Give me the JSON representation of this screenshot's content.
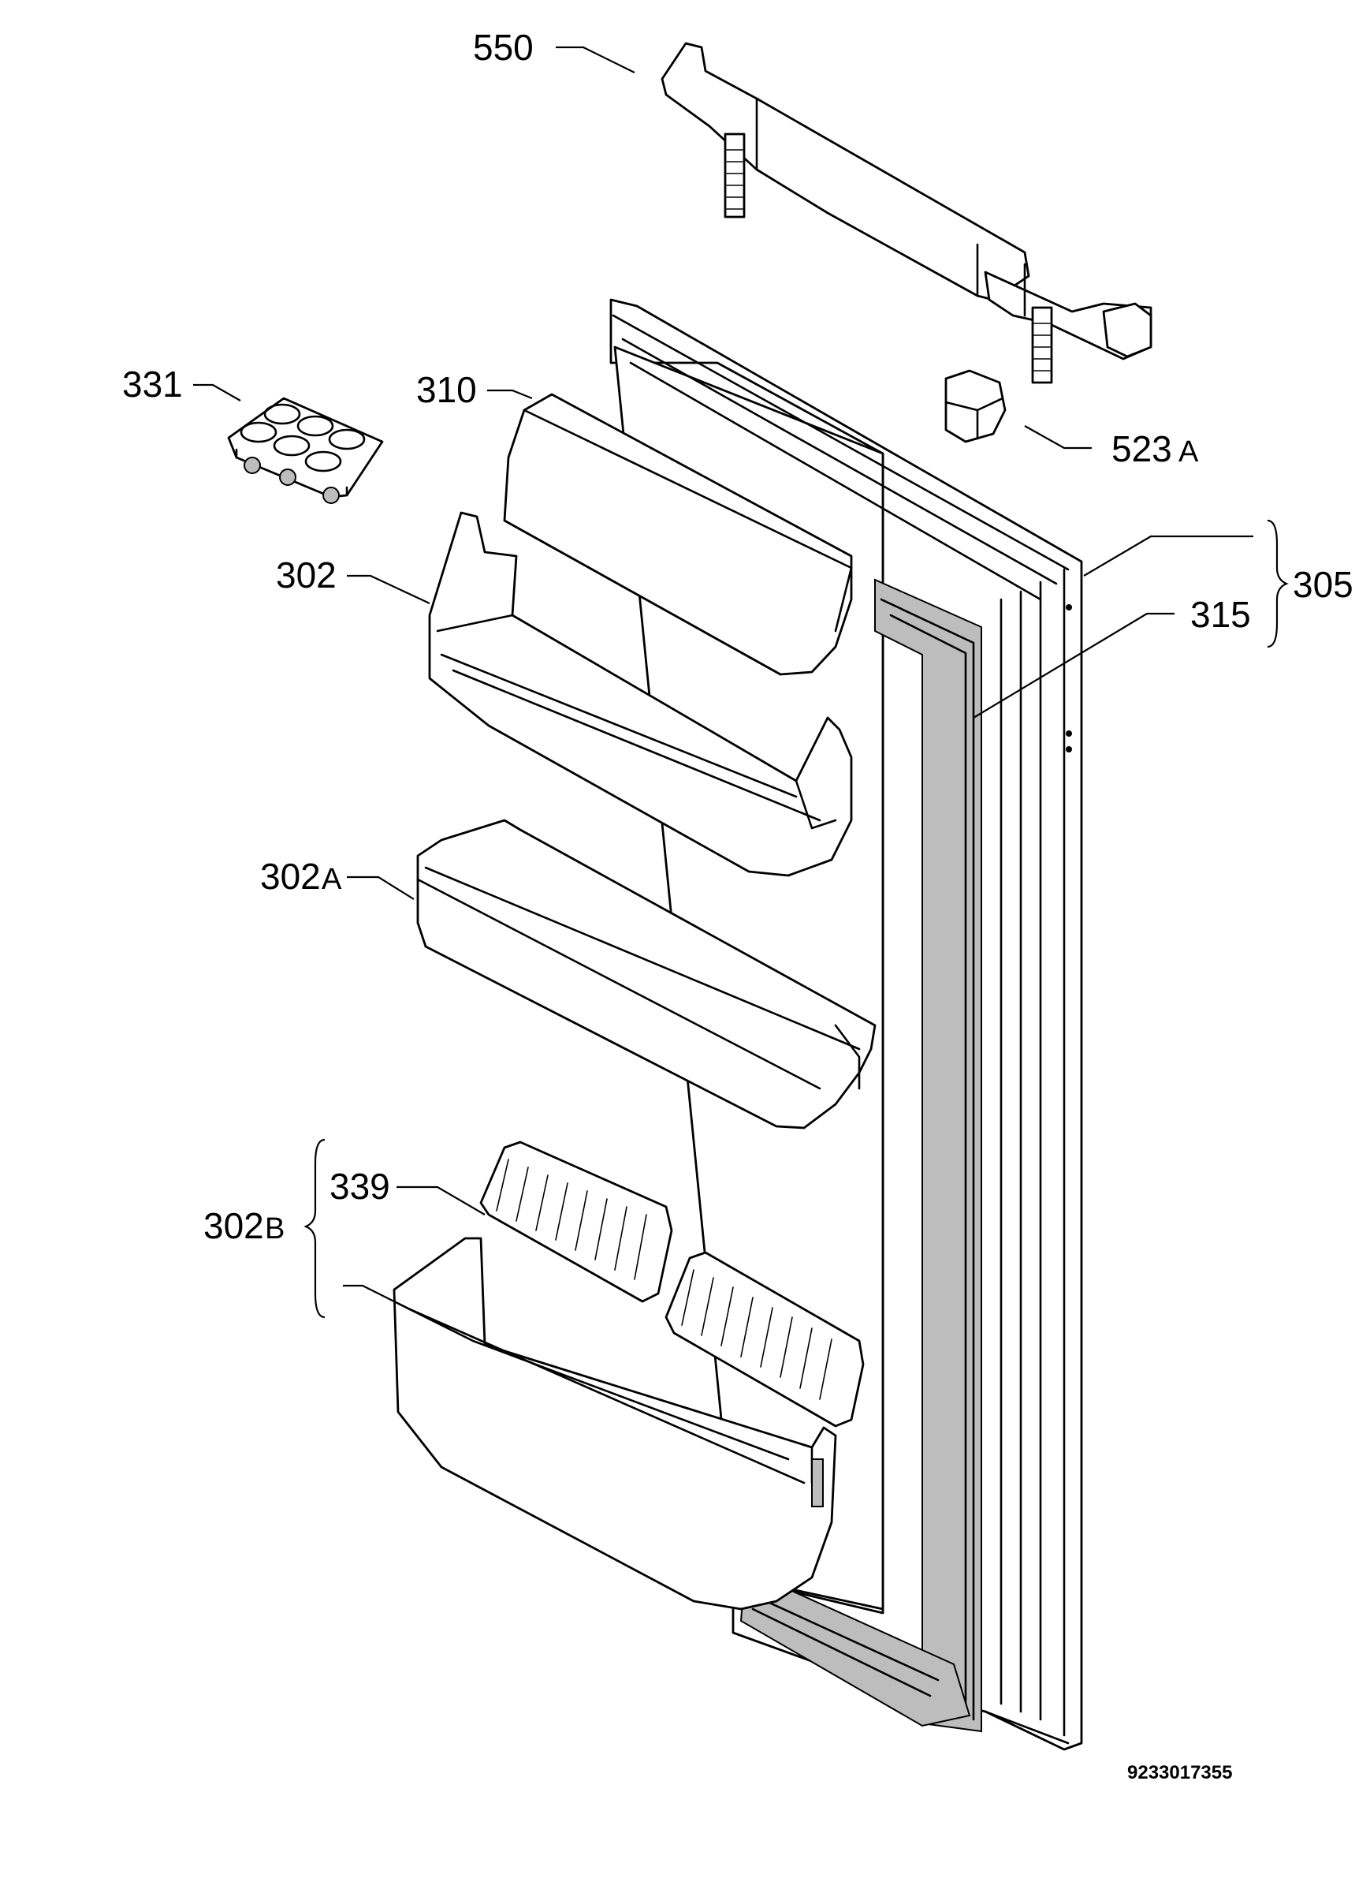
{
  "labels": {
    "l550": "550",
    "l331": "331",
    "l310": "310",
    "l523": "523",
    "l523s": "A",
    "l302": "302",
    "l305": "305",
    "l315": "315",
    "l302a": "302",
    "l302as": "A",
    "l339": "339",
    "l302b": "302",
    "l302bs": "B"
  },
  "reference_number": "9233017355"
}
